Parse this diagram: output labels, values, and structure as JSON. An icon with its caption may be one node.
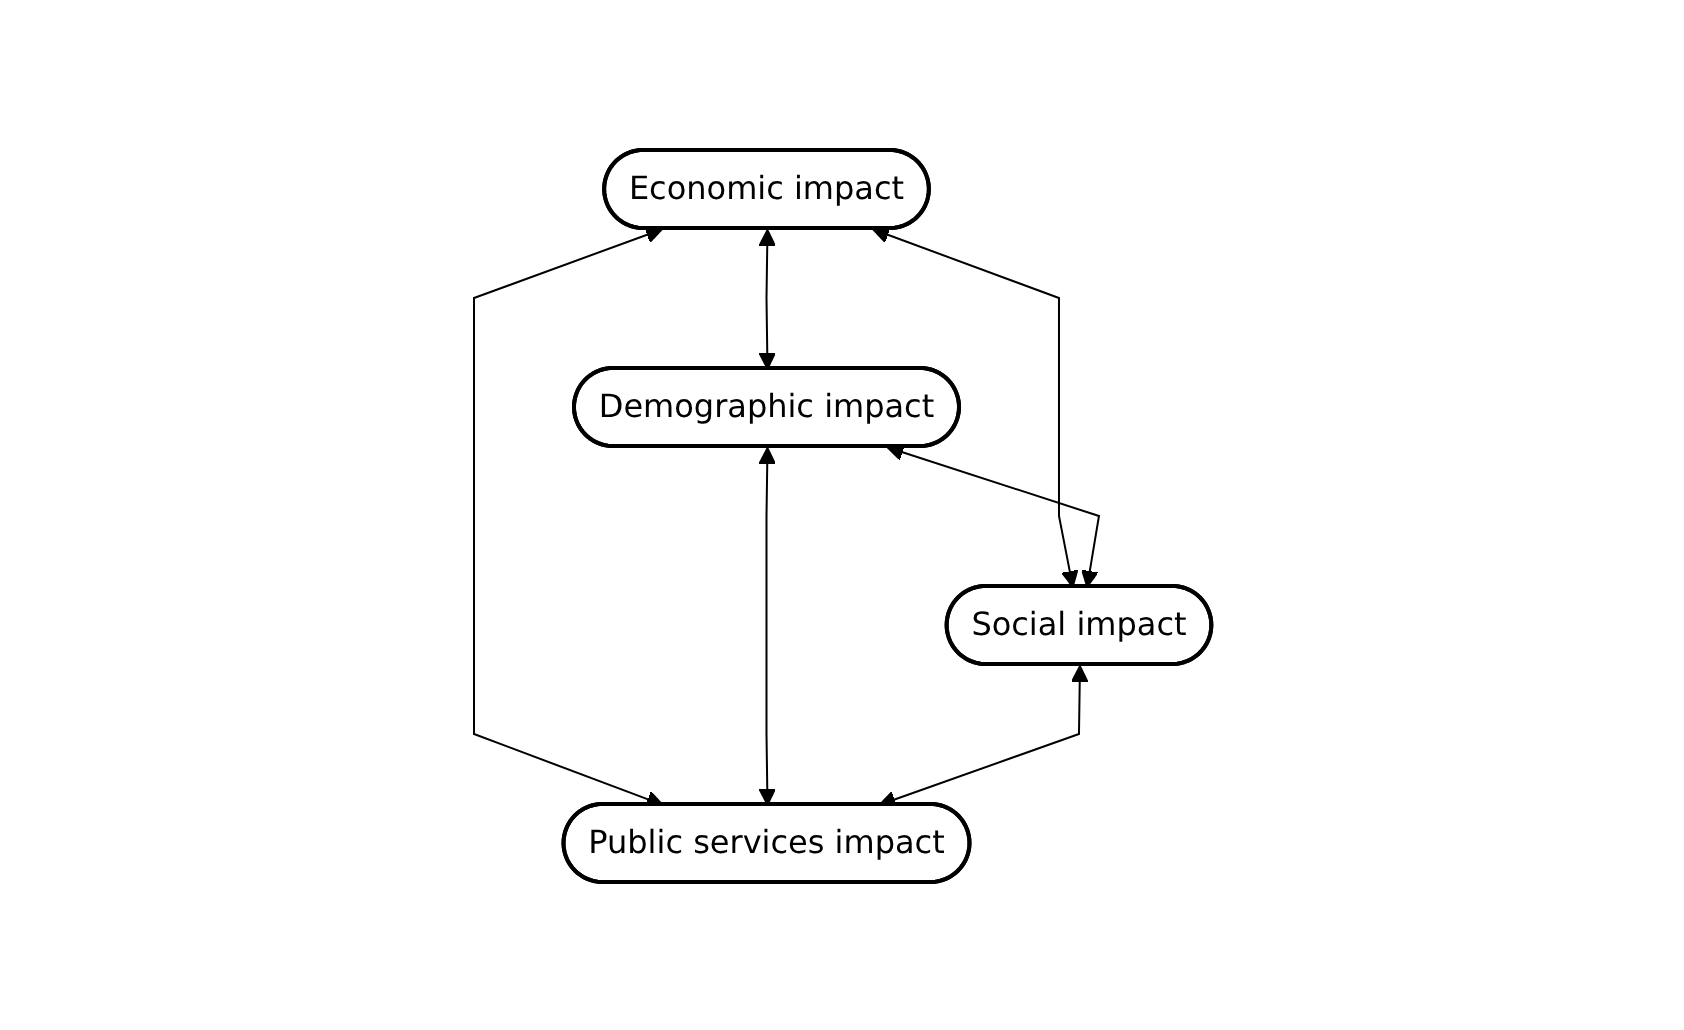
{
  "diagram": {
    "nodes": [
      {
        "text": [
          "Economic impact"
        ]
      },
      {
        "text": [
          "Demographic impact"
        ]
      },
      {
        "text": [
          "Social impact"
        ]
      },
      {
        "text": [
          "Public services impact"
        ]
      }
    ],
    "edges": [
      {
        "from": 0,
        "to": 1,
        "arrow": "both"
      },
      {
        "from": 0,
        "to": 2,
        "arrow": "both"
      },
      {
        "from": 0,
        "to": 3,
        "arrow": "both"
      },
      {
        "from": 1,
        "to": 2,
        "arrow": "both"
      },
      {
        "from": 1,
        "to": 3,
        "arrow": "both"
      },
      {
        "from": 2,
        "to": 3,
        "arrow": "both"
      }
    ]
  }
}
